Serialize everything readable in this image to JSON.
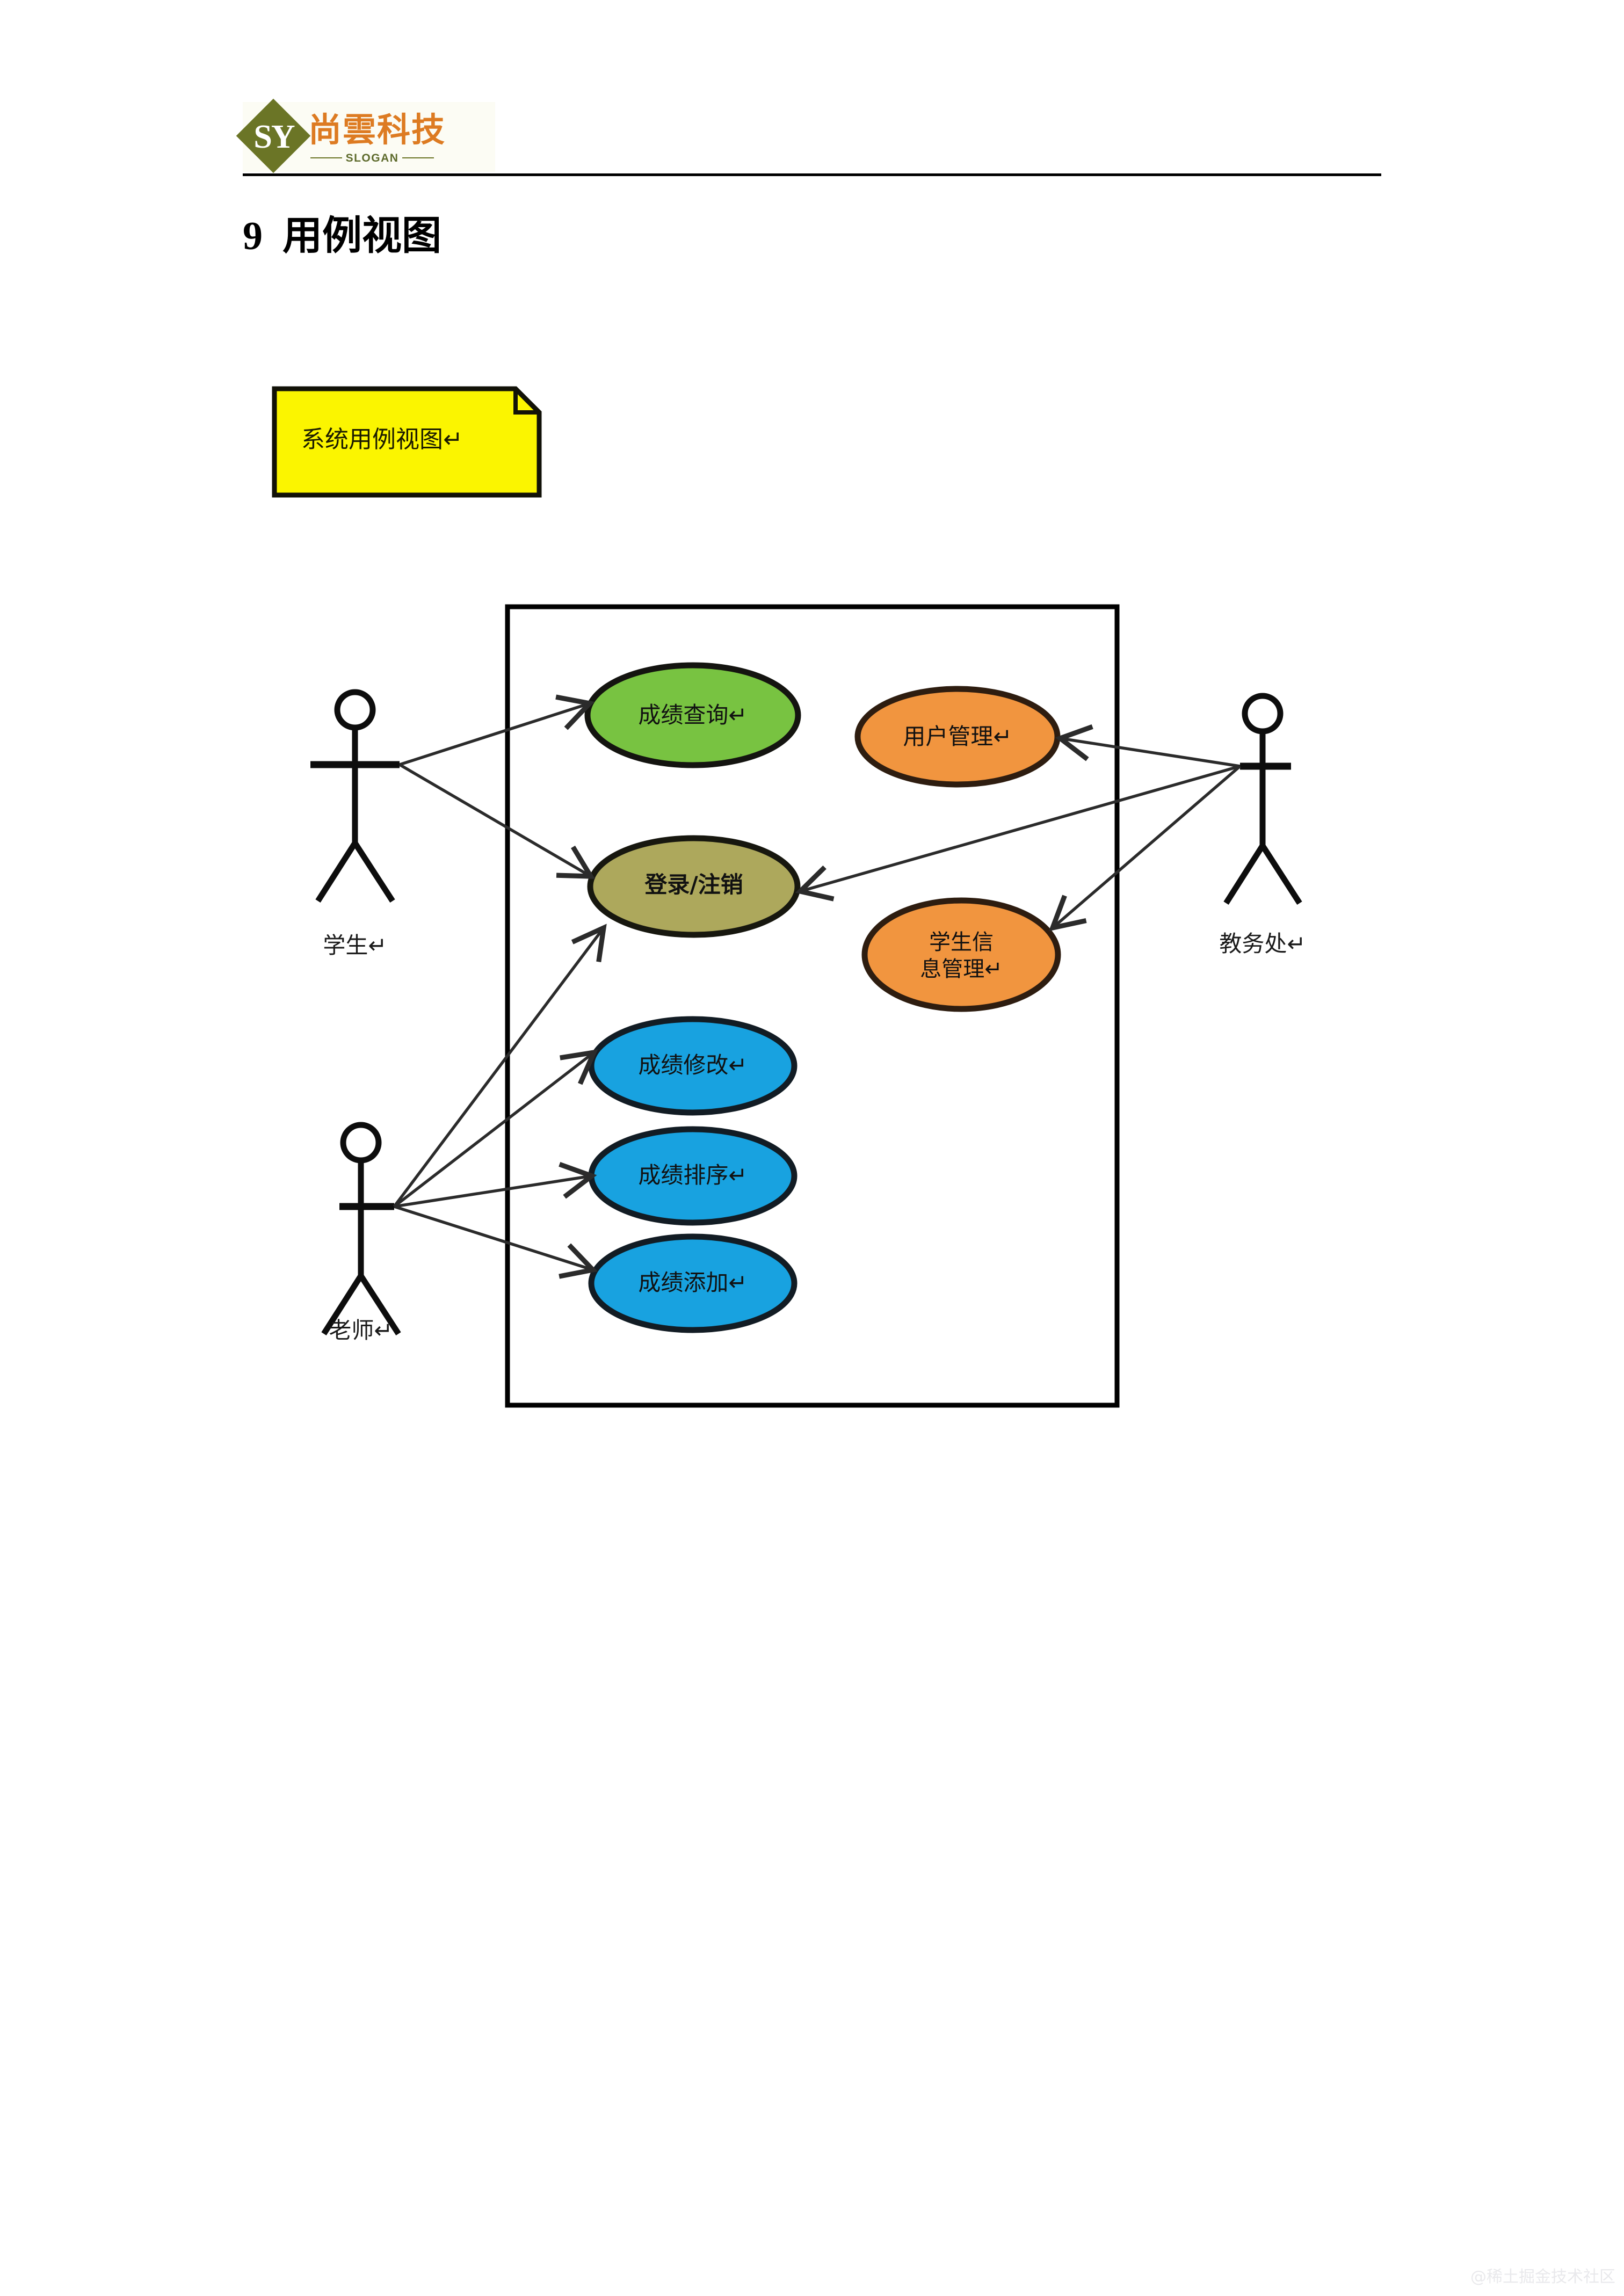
{
  "document": {
    "heading": "9  用例视图",
    "watermark": "@稀土掘金技术社区"
  },
  "logo": {
    "mark_text": "SY",
    "company_name": "尚雲科技",
    "slogan": "SLOGAN",
    "diamond_color": "#6b7526",
    "name_color": "#dd7b22"
  },
  "note": {
    "text": "系统用例视图↵",
    "fill": "#fbf500",
    "stroke": "#121208"
  },
  "diagram": {
    "type": "uml-use-case-diagram",
    "system_boundary": {
      "label": "",
      "stroke": "#000000"
    },
    "use_cases": [
      {
        "id": "grade-query",
        "label": "成绩查询↵",
        "fill": "#78c341",
        "lines": 1
      },
      {
        "id": "user-management",
        "label": "用户管理↵",
        "fill": "#f1953f",
        "lines": 1
      },
      {
        "id": "login-logout",
        "label": "登录/注销",
        "fill": "#ada85c",
        "lines": 1
      },
      {
        "id": "student-info-mgmt",
        "label": "学生信\n息管理↵",
        "fill": "#f1953f",
        "lines": 2
      },
      {
        "id": "grade-edit",
        "label": "成绩修改↵",
        "fill": "#18a2e0",
        "lines": 1
      },
      {
        "id": "grade-sort",
        "label": "成绩排序↵",
        "fill": "#18a2e0",
        "lines": 1
      },
      {
        "id": "grade-add",
        "label": "成绩添加↵",
        "fill": "#18a2e0",
        "lines": 1
      }
    ],
    "actors": [
      {
        "id": "student",
        "label": "学生↵",
        "position": "left-top"
      },
      {
        "id": "teacher",
        "label": "老师↵",
        "position": "left-bottom"
      },
      {
        "id": "academic-office",
        "label": "教务处↵",
        "position": "right"
      }
    ],
    "associations": [
      {
        "from": "student",
        "to": "grade-query"
      },
      {
        "from": "student",
        "to": "login-logout"
      },
      {
        "from": "academic-office",
        "to": "user-management"
      },
      {
        "from": "academic-office",
        "to": "login-logout"
      },
      {
        "from": "academic-office",
        "to": "student-info-mgmt"
      },
      {
        "from": "teacher",
        "to": "login-logout"
      },
      {
        "from": "teacher",
        "to": "grade-edit"
      },
      {
        "from": "teacher",
        "to": "grade-sort"
      },
      {
        "from": "teacher",
        "to": "grade-add"
      }
    ]
  }
}
